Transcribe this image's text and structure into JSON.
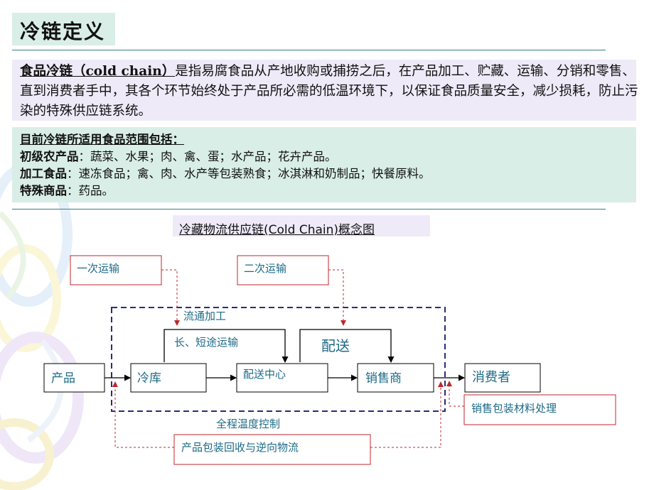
{
  "title": "冷链定义",
  "definition": {
    "term": "食品冷链（cold chain）",
    "body": "是指易腐食品从产地收购或捕捞之后，在产品加工、贮藏、运输、分销和零售、直到消费者手中，其各个环节始终处于产品所必需的低温环境下，以保证食品质量安全，减少损耗，防止污染的特殊供应链系统。"
  },
  "scope": {
    "heading": "目前冷链所适用食品范围包括：",
    "items": [
      {
        "label": "初级农产品",
        "text": "：蔬菜、水果；肉、禽、蛋；水产品；花卉产品。"
      },
      {
        "label": "加工食品",
        "text": "：速冻食品；禽、肉、水产等包装熟食；冰淇淋和奶制品；快餐原料。"
      },
      {
        "label": "特殊商品",
        "text": "：药品。"
      }
    ]
  },
  "diagram": {
    "title": "冷藏物流供应链(Cold Chain)概念图",
    "nodes": {
      "product": "产品",
      "cold_storage": "冷库",
      "distribution_center": "配送中心",
      "retailer": "销售商",
      "consumer": "消费者"
    },
    "notes": {
      "first_transport": "一次运输",
      "second_transport": "二次运输",
      "packaging_disposal": "销售包装材料处理",
      "reverse_logistics": "产品包装回收与逆向物流"
    },
    "labels": {
      "circulation_processing": "流通加工",
      "long_short_transport": "长、短途运输",
      "delivery": "配送",
      "temperature_control": "全程温度控制"
    },
    "colors": {
      "arrow": "#000000",
      "note_border": "#c0272d",
      "note_line": "#c0272d",
      "control_border": "#2b2b7a",
      "label_text": "#1d6a86"
    }
  }
}
